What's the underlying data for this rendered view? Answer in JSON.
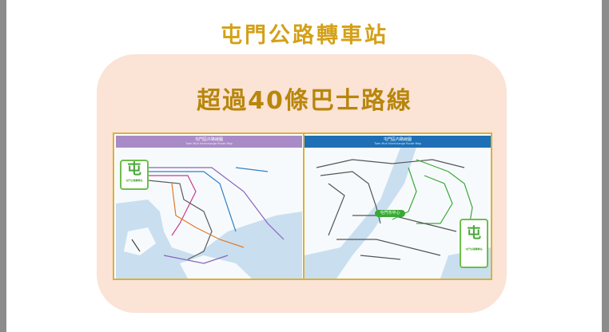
{
  "slide": {
    "title": "屯門公路轉車站",
    "title_color": "#d4a017",
    "card_color": "#fbe3d6",
    "subtitle": "超過40條巴士路線",
    "subtitle_color": "#b8860b"
  },
  "maps": {
    "outer": {
      "title": "屯門區外路線圖",
      "subtitle": "Tuen Mun Interchange Route Map",
      "bar_color": "#a88bc6",
      "logo_glyph": "屯",
      "logo_caption": "屯門公路轉車站"
    },
    "inner": {
      "title": "屯門區內路線圖",
      "subtitle": "Tuen Mun Interchange Route Map",
      "bar_color": "#1e6fb5",
      "logo_glyph": "屯",
      "logo_caption": "屯門公路轉車站",
      "hub_label": "屯門市中心"
    }
  }
}
